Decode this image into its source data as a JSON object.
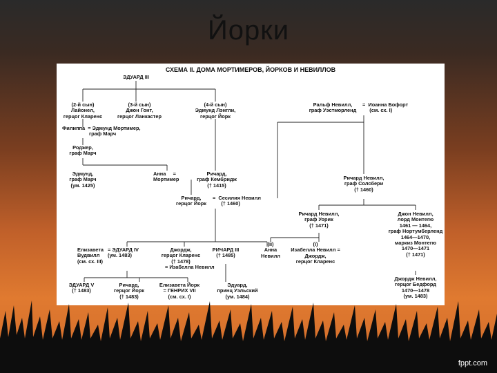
{
  "slide": {
    "title": "Йорки",
    "brand": "fppt.com"
  },
  "scheme_title": "СХЕМА II. ДОМА МОРТИМЕРОВ, ЙОРКОВ И НЕВИЛЛОВ",
  "nodes": {
    "edward3": "ЭДУАРД III",
    "lionel": "(2-й сын)\nЛайонел,\nгерцог Кларенс",
    "gaunt": "(3-й сын)\nДжон Гонт,\nгерцог Ланкастер",
    "langley": "(4-й сын)\nЭдмунд Лэнгли,\nгерцог Йорк",
    "philippa": "Филиппа  = Эдмунд Мортимер,\n                   граф Марч",
    "roger": "Роджер,\nграф Марч",
    "edmund": "Эдмунд,\nграф Марч\n(ум. 1425)",
    "anne": "Анна     =\nМортимер",
    "richard_cambridge": "Ричард,\nграф Кембридж\n(† 1415)",
    "richard_york": "Ричард,\nгерцог Йорк",
    "cecily": "=  Сесилия Невилл\n      († 1460)",
    "ralph": "Ральф Невилл,\nграф Уэстморленд",
    "joan": "=  Иоанна Бофорт\n     (см. сх. I)",
    "richard_salisbury": "Ричард Невилл,\nграф Солсбери\n(† 1460)",
    "warwick": "Ричард Невилл,\nграф Уорик\n(† 1471)",
    "john_montagu": "Джон Невилл,\nлорд Монтегю\n1461 — 1464,\nграф Нортумберленд\n1464—1470,\nмаркиз Монтегю\n1470—1471\n(† 1471)",
    "elizabeth_w": "Елизавета\nВудвилл\n(см. сх. III)",
    "edward4": "= ЭДУАРД IV\n(ум. 1483)",
    "george": "Джордж,\nгерцог Кларенс\n(† 1478)",
    "isabel_under": "= Изабелла Невилл",
    "richard3": "РИЧАРД III\n(† 1485)",
    "anne_neville": "(ii)\nАнна\nНевилл",
    "isabel": "(i)\nИзабелла Невилл =\nДжордж,\nгерцог Кларенс",
    "edward5": "ЭДУАРД V\n(† 1483)",
    "richard_young": "Ричард,\nгерцог Йорк\n(† 1483)",
    "elizabeth_york": "Елизавета Йорк\n= ГЕНРИХ VII\n(см. сх. I)",
    "edward_prince": "Эдуард,\nпринц Уэльский\n(ум. 1484)",
    "george_bedford": "Джордж Невилл,\nгерцог Бедфорд\n1470—1478\n(ум. 1483)"
  }
}
